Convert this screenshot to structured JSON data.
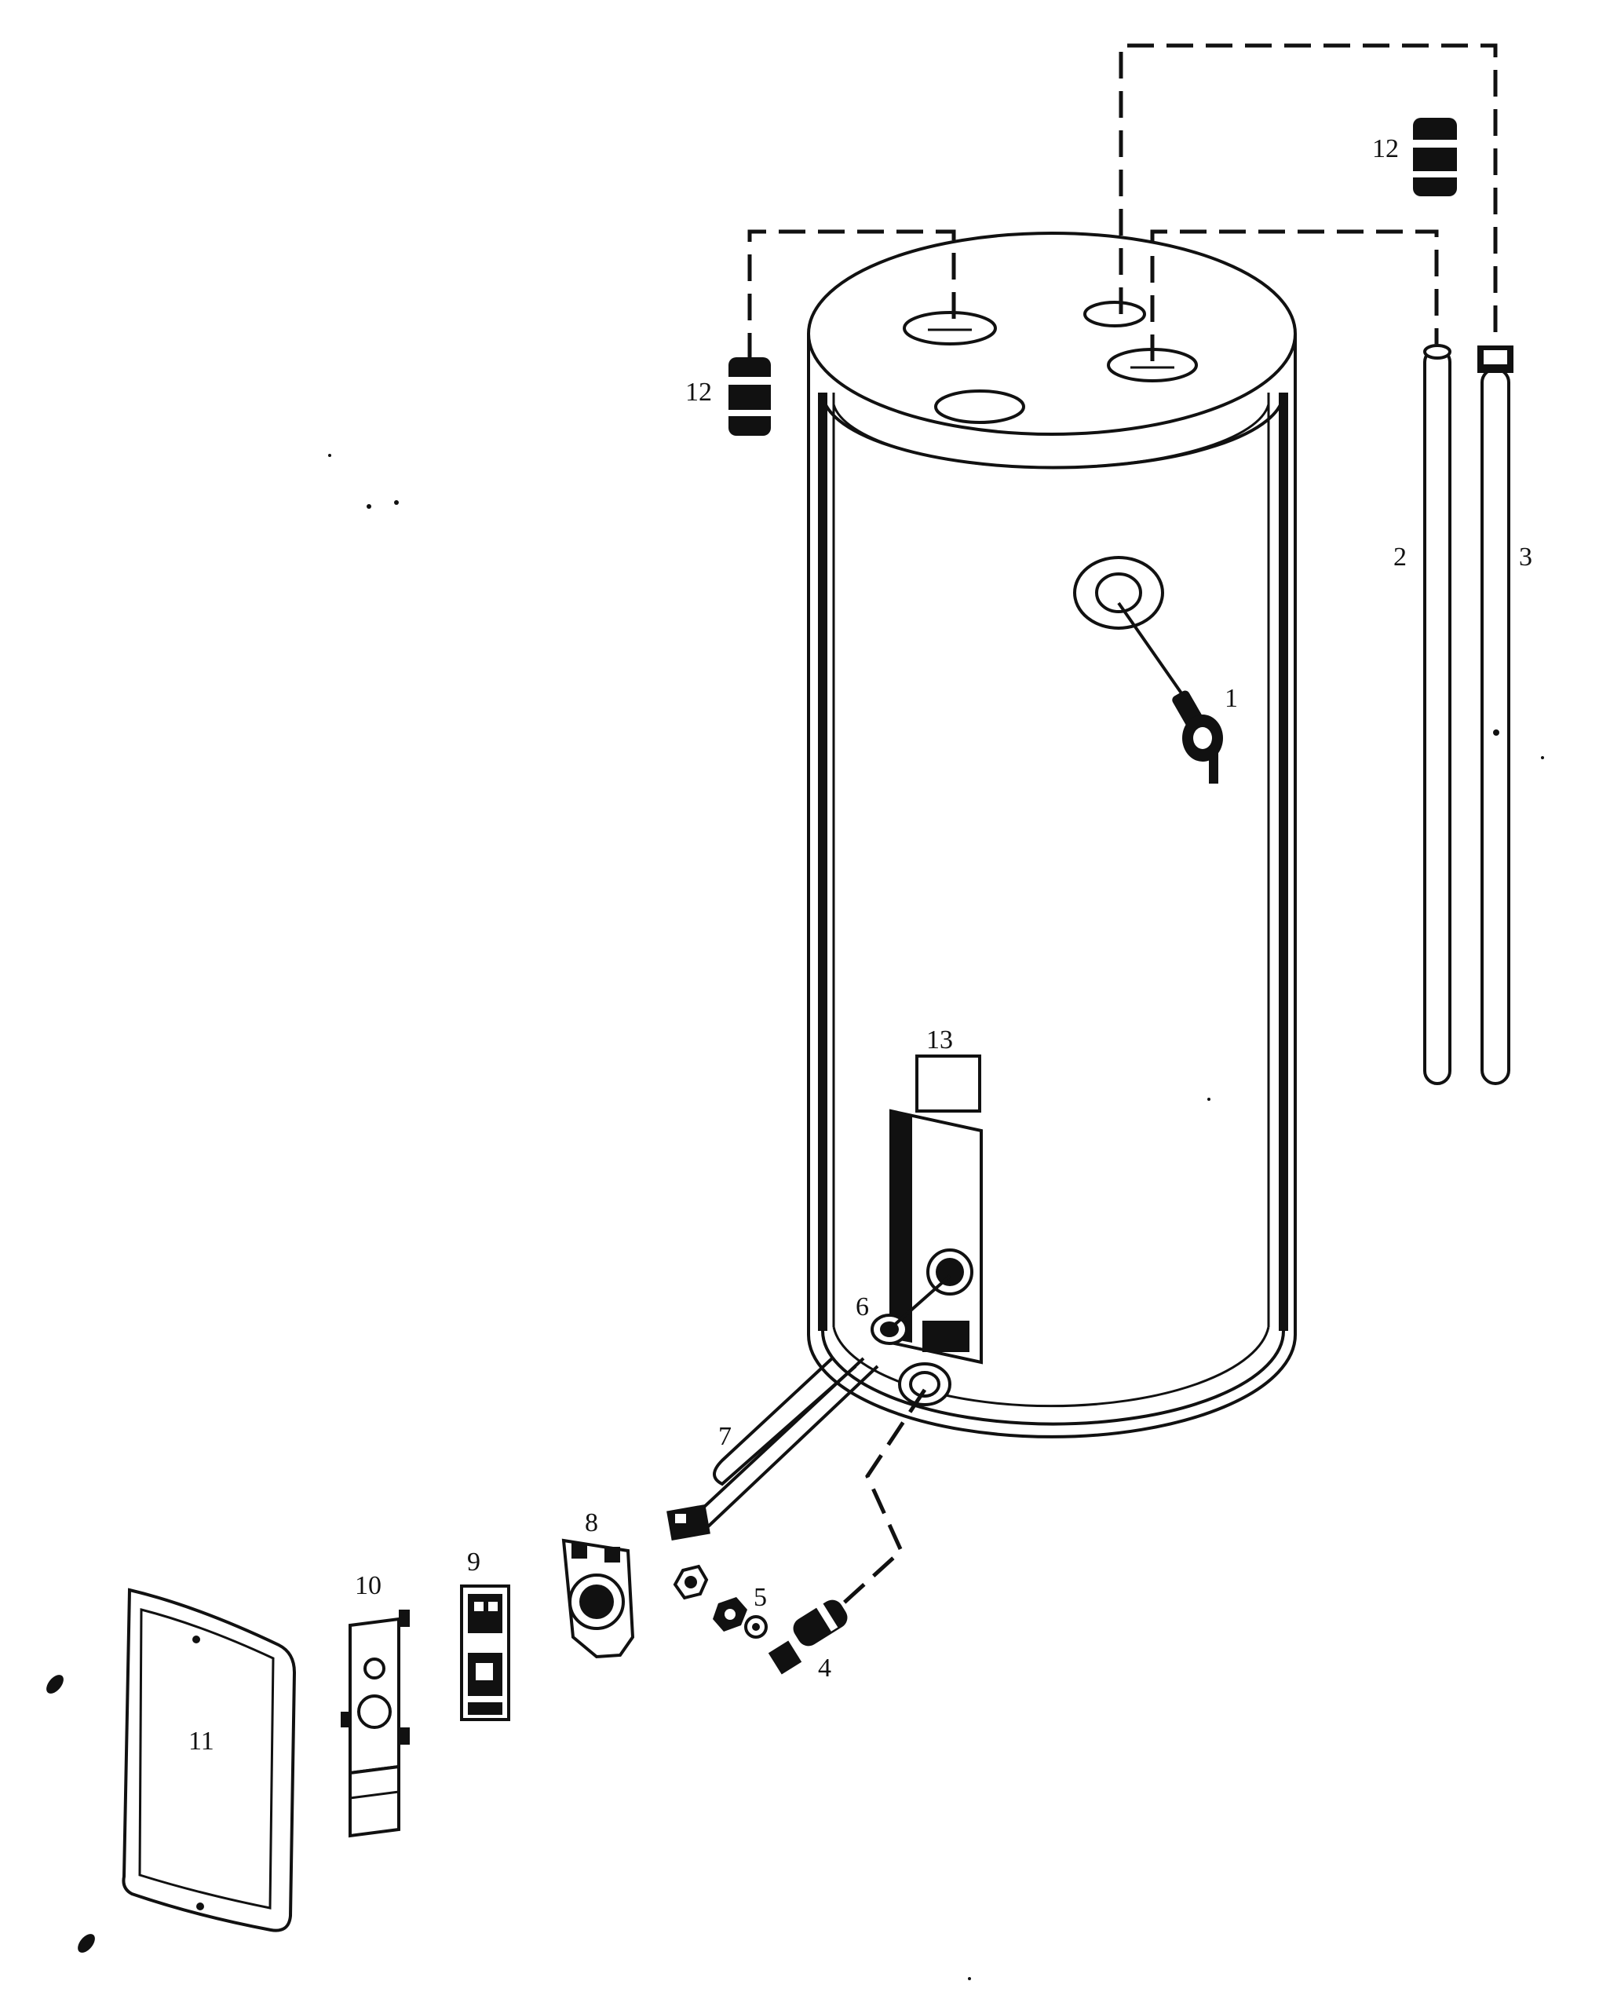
{
  "diagram": {
    "ink_color": "#111111",
    "background_color": "#ffffff",
    "parts": [
      {
        "id": "temp-pressure-relief-valve",
        "callout": "1"
      },
      {
        "id": "dip-tube",
        "callout": "2"
      },
      {
        "id": "anode-rod",
        "callout": "3"
      },
      {
        "id": "drain-valve",
        "callout": "4"
      },
      {
        "id": "element-nut-washer",
        "callout": "5"
      },
      {
        "id": "element-gasket",
        "callout": "6"
      },
      {
        "id": "heating-element",
        "callout": "7"
      },
      {
        "id": "element-bracket",
        "callout": "8"
      },
      {
        "id": "thermostat",
        "callout": "9"
      },
      {
        "id": "thermostat-bracket",
        "callout": "10"
      },
      {
        "id": "access-cover",
        "callout": "11"
      },
      {
        "id": "heat-trap-nipple-left",
        "callout": "12"
      },
      {
        "id": "heat-trap-nipple-right",
        "callout": "12"
      },
      {
        "id": "rating-label",
        "callout": "13"
      }
    ]
  }
}
